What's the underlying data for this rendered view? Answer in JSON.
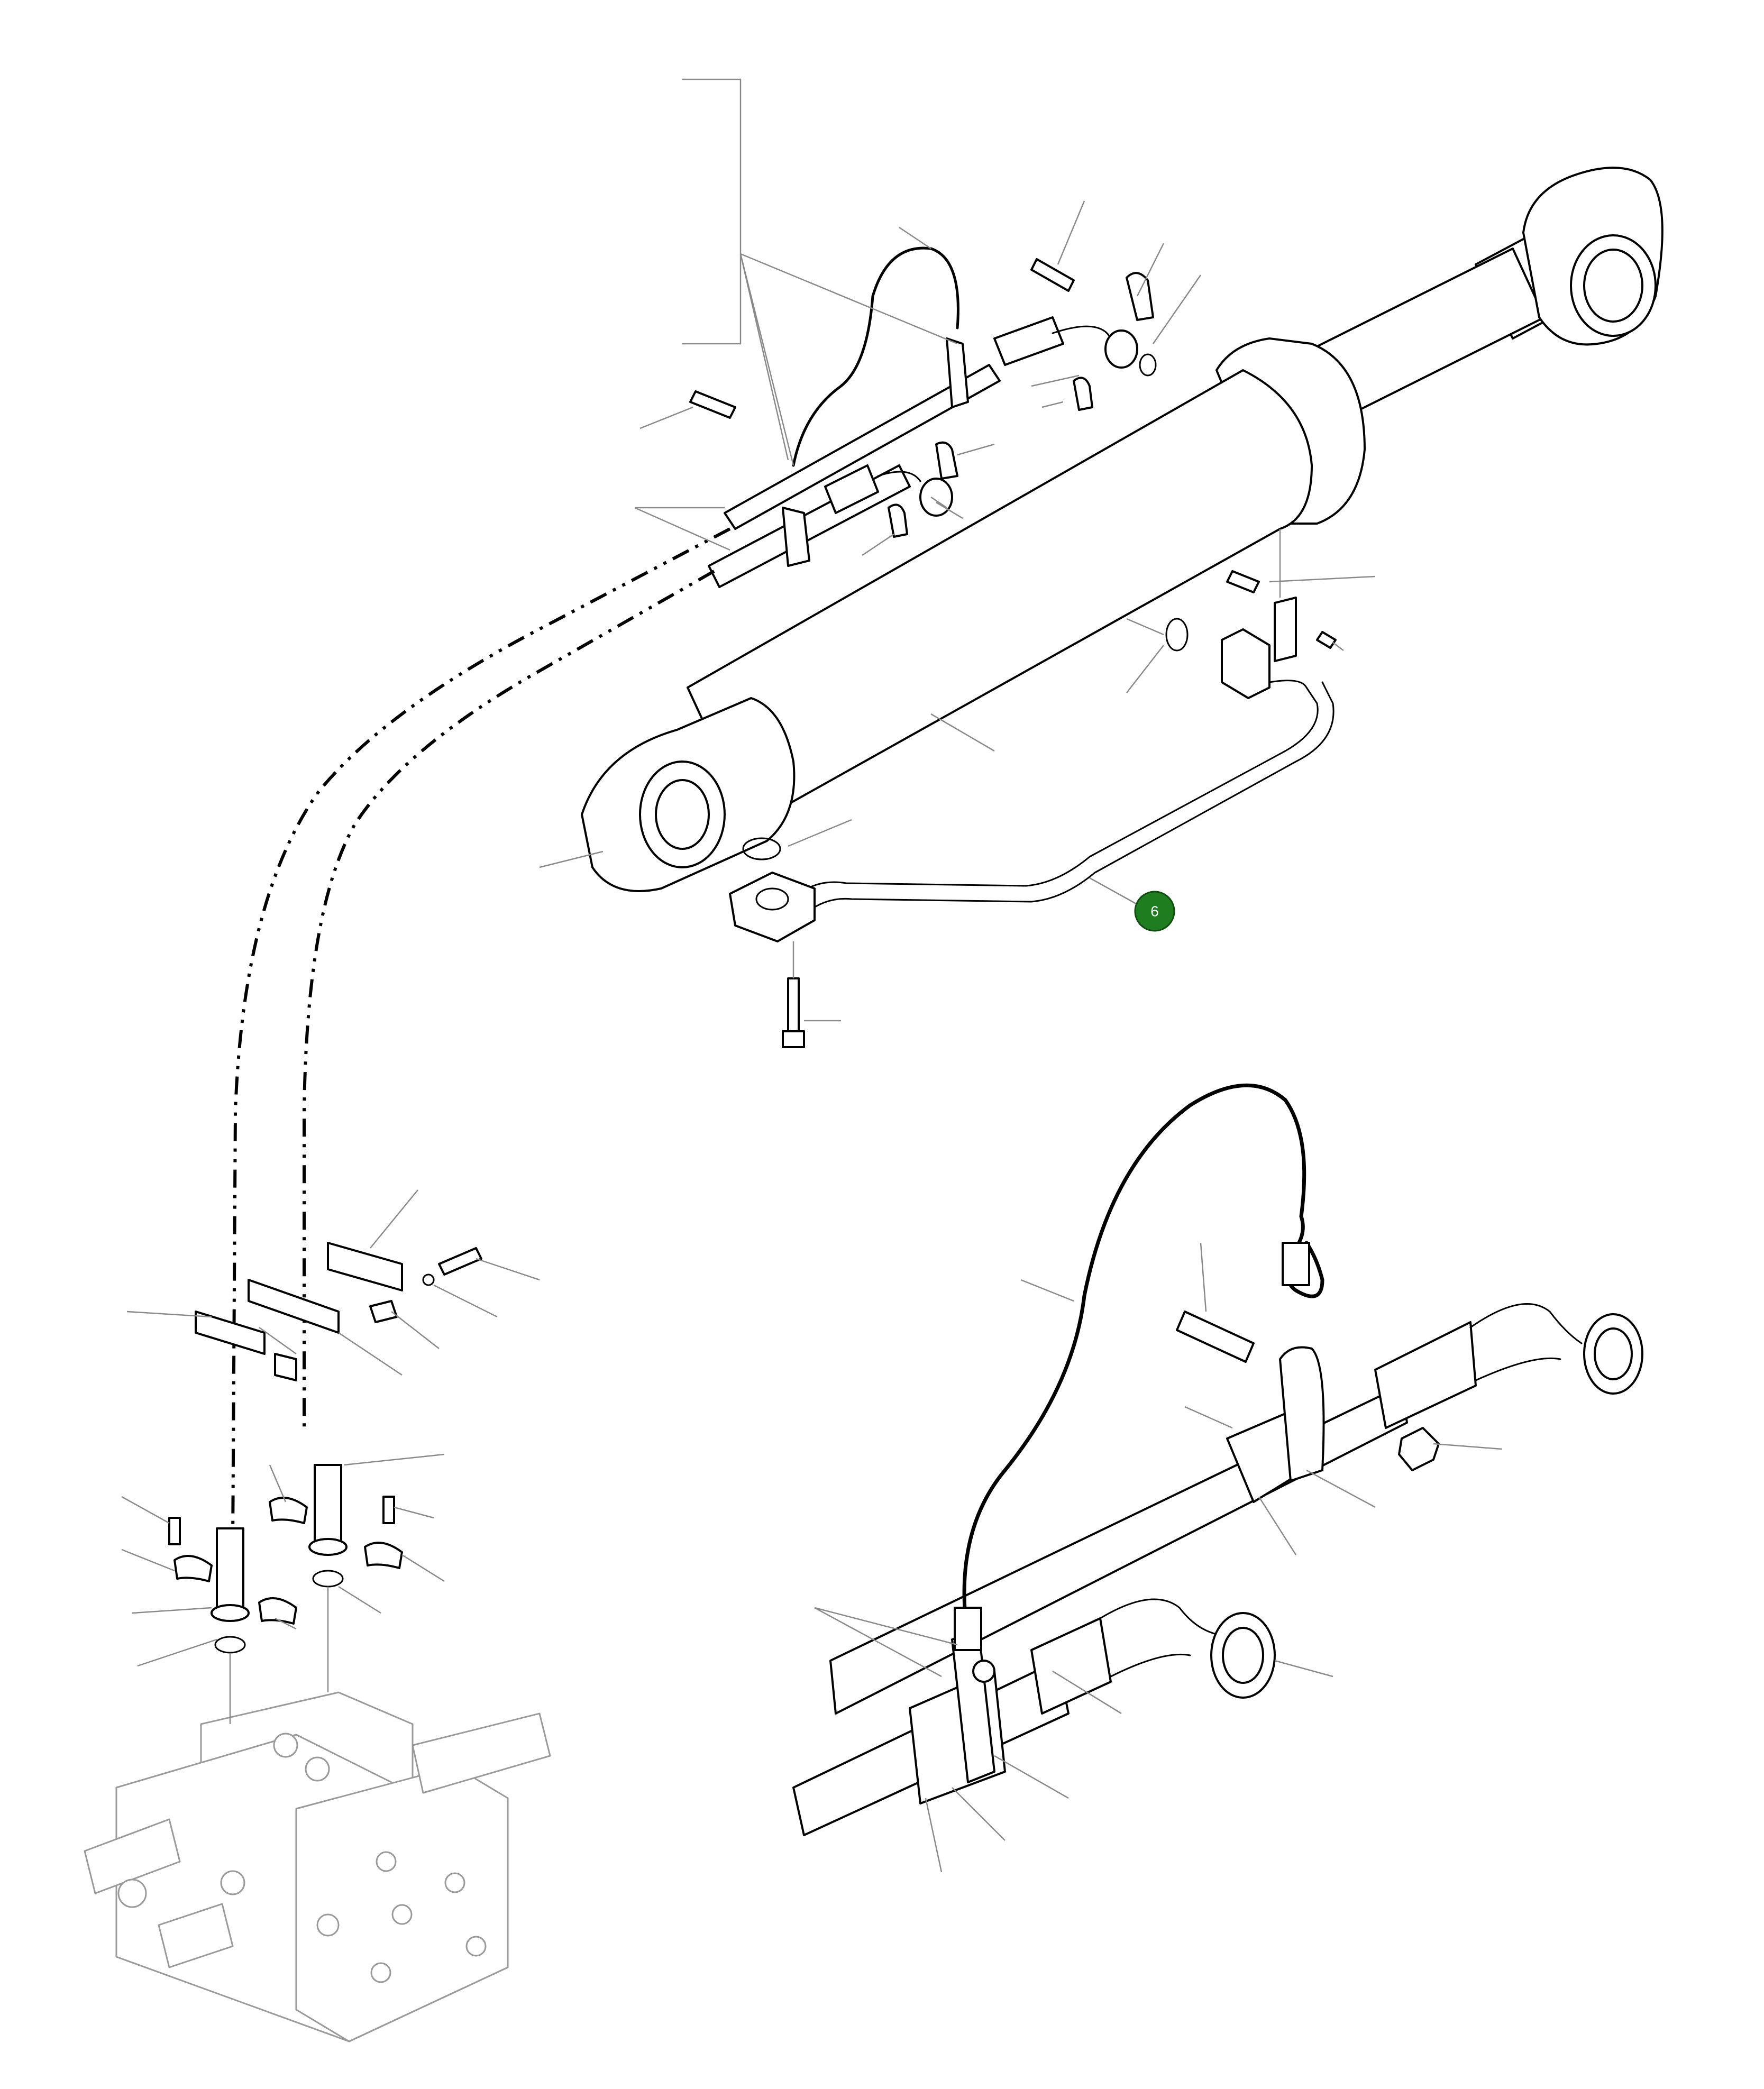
{
  "callouts": [
    {
      "label": "6",
      "color": "#1e7d1e"
    }
  ],
  "icons": [
    "hydraulic-cylinder",
    "pipe-assembly",
    "control-valve",
    "hose-clamp-detail"
  ]
}
